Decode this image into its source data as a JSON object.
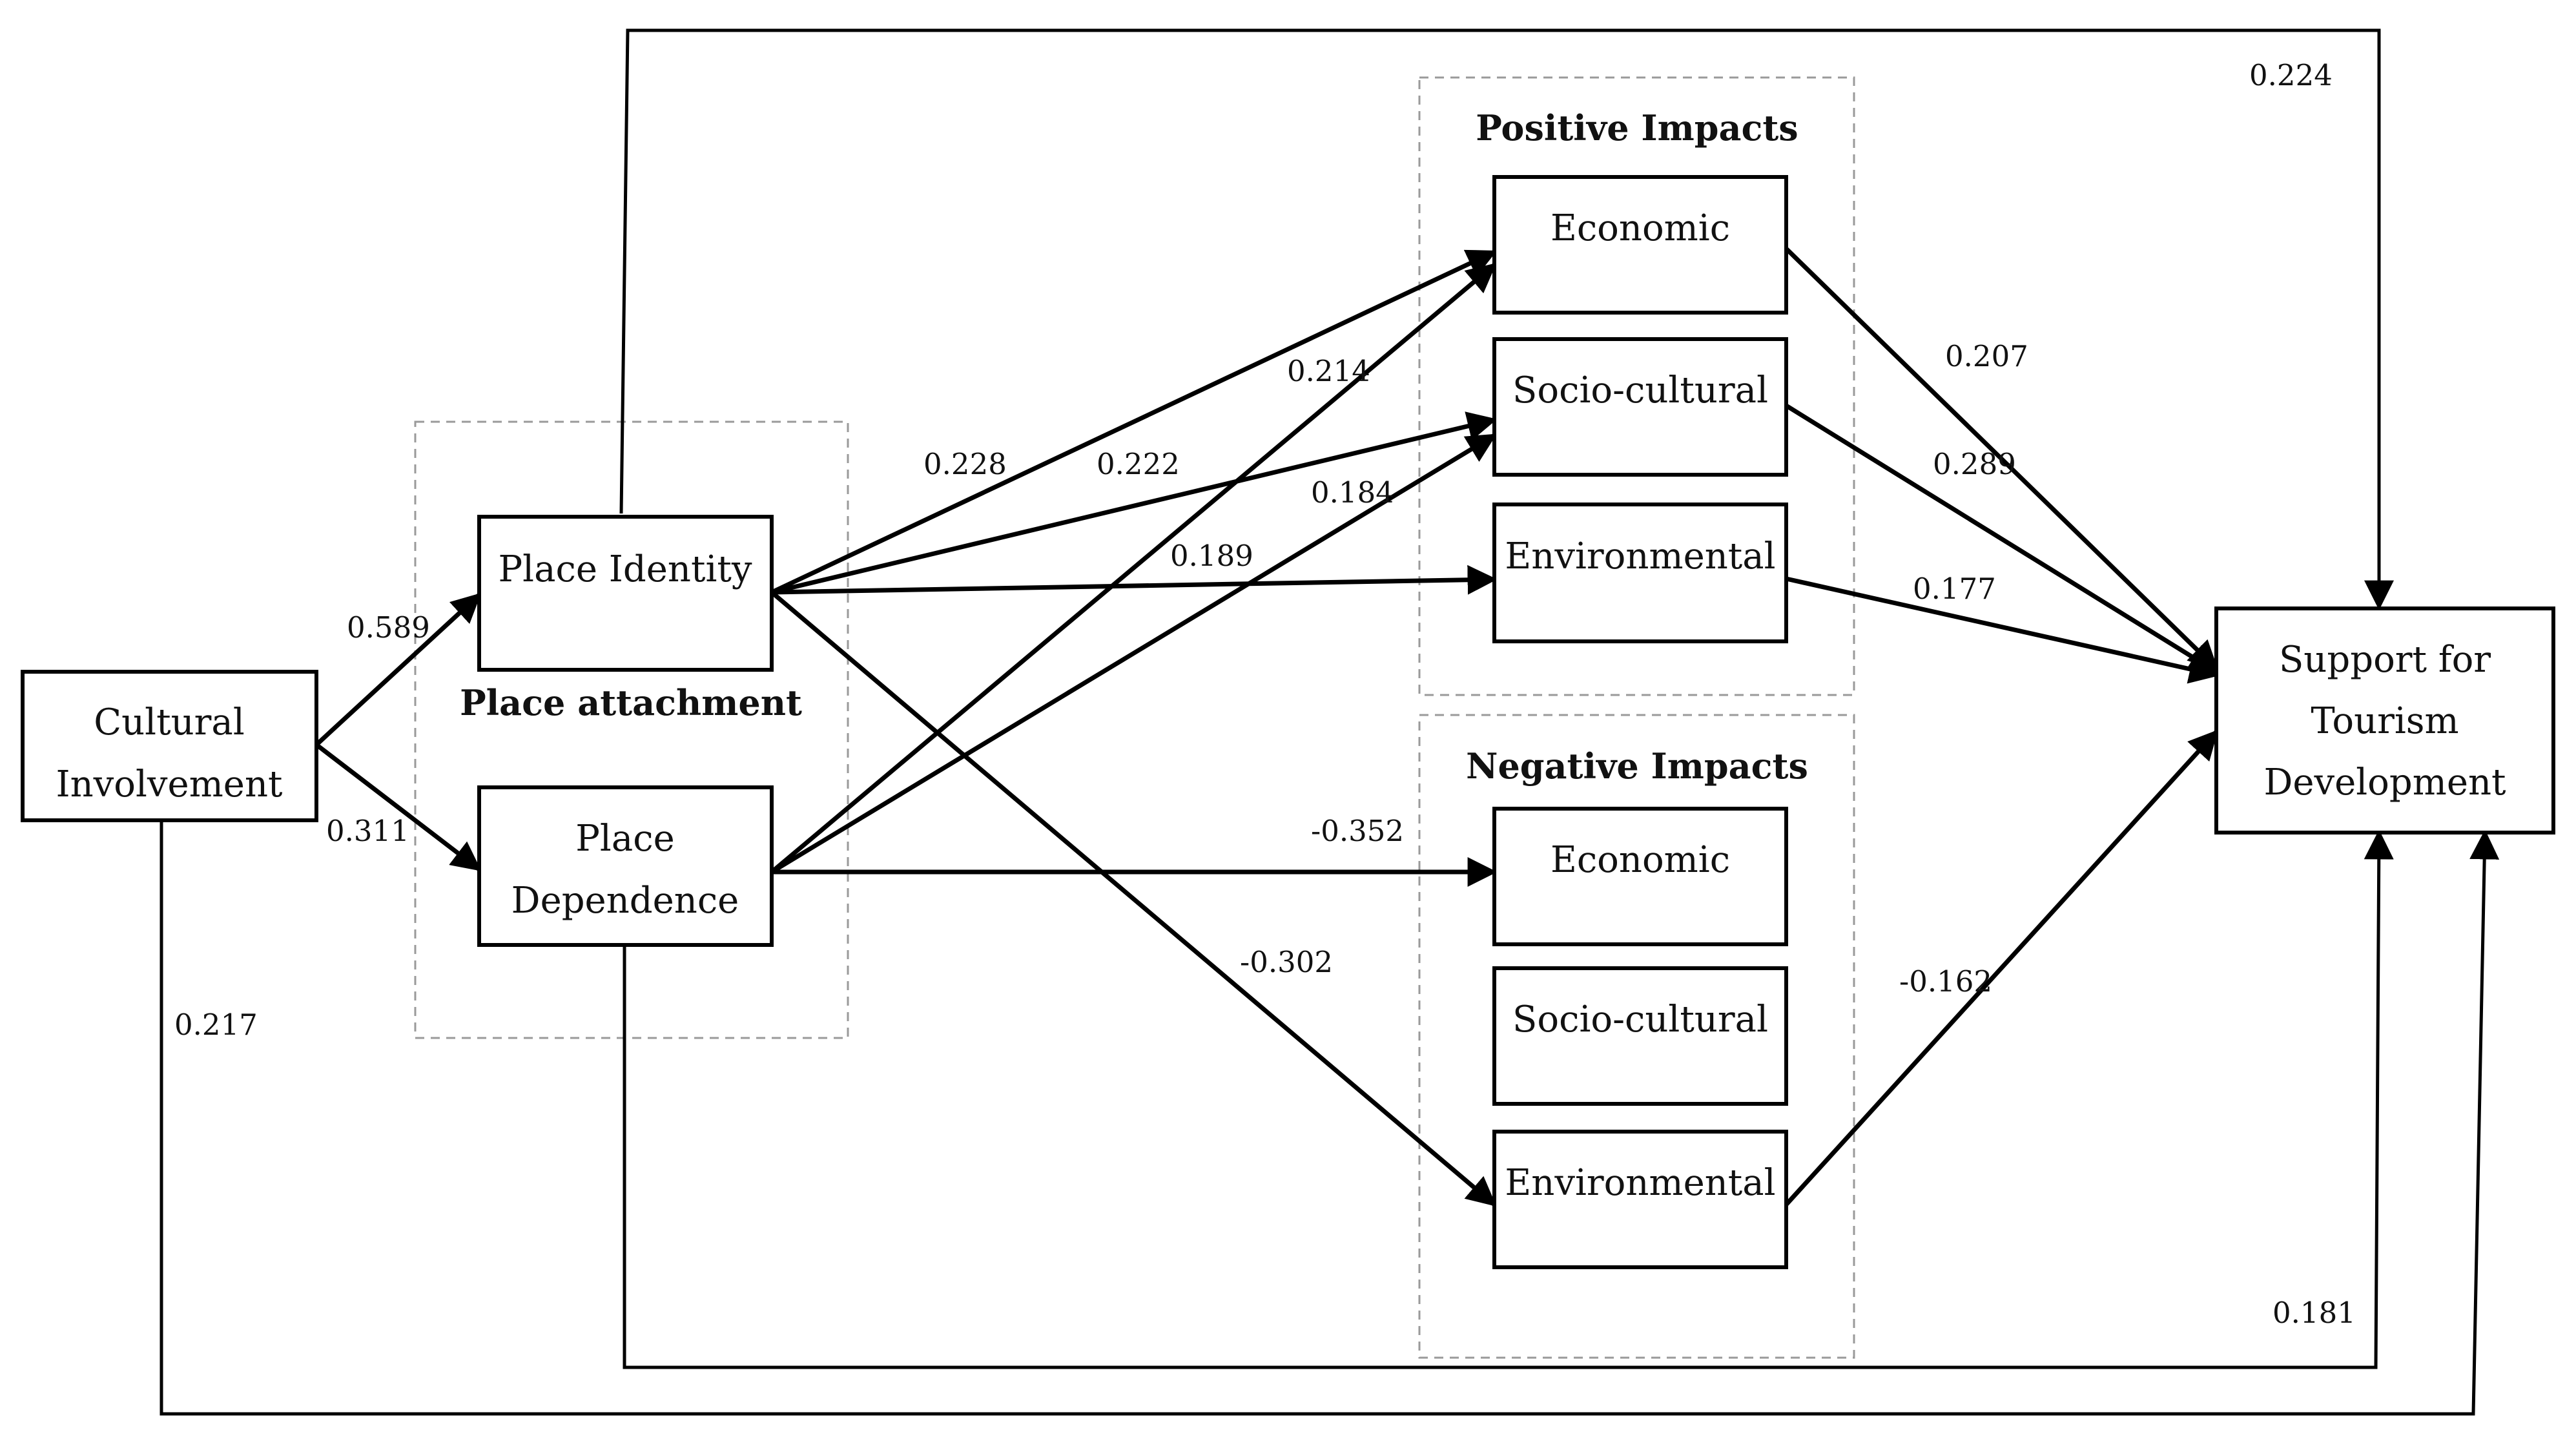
{
  "nodes": {
    "cultural_involvement": [
      "Cultural",
      "Involvement"
    ],
    "place_identity": [
      "Place Identity"
    ],
    "place_dependence": [
      "Place",
      "Dependence"
    ],
    "pos_economic": [
      "Economic"
    ],
    "pos_sociocultural": [
      "Socio-cultural"
    ],
    "pos_environmental": [
      "Environmental"
    ],
    "neg_economic": [
      "Economic"
    ],
    "neg_sociocultural": [
      "Socio-cultural"
    ],
    "neg_environmental": [
      "Environmental"
    ],
    "support": [
      "Support for",
      "Tourism",
      "Development"
    ]
  },
  "groups": {
    "place_attachment": "Place attachment",
    "positive_impacts": "Positive Impacts",
    "negative_impacts": "Negative Impacts"
  },
  "edges": [
    {
      "id": "ci-pi",
      "from": "cultural_involvement",
      "to": "place_identity",
      "coef": "0.589"
    },
    {
      "id": "ci-pd",
      "from": "cultural_involvement",
      "to": "place_dependence",
      "coef": "0.311"
    },
    {
      "id": "pi-pos-eco",
      "from": "place_identity",
      "to": "pos_economic",
      "coef": "0.228"
    },
    {
      "id": "pi-pos-soc",
      "from": "place_identity",
      "to": "pos_sociocultural",
      "coef": "0.222"
    },
    {
      "id": "pi-pos-env",
      "from": "place_identity",
      "to": "pos_environmental",
      "coef": "0.189"
    },
    {
      "id": "pd-pos-eco",
      "from": "place_dependence",
      "to": "pos_economic",
      "coef": "0.214"
    },
    {
      "id": "pd-pos-soc",
      "from": "place_dependence",
      "to": "pos_sociocultural",
      "coef": "0.184"
    },
    {
      "id": "pd-neg-eco",
      "from": "place_dependence",
      "to": "neg_economic",
      "coef": "-0.352"
    },
    {
      "id": "pi-neg-env",
      "from": "place_identity",
      "to": "neg_environmental",
      "coef": "-0.302"
    },
    {
      "id": "pos-eco-sup",
      "from": "pos_economic",
      "to": "support",
      "coef": "0.207"
    },
    {
      "id": "pos-soc-sup",
      "from": "pos_sociocultural",
      "to": "support",
      "coef": "0.289"
    },
    {
      "id": "pos-env-sup",
      "from": "pos_environmental",
      "to": "support",
      "coef": "0.177"
    },
    {
      "id": "neg-env-sup",
      "from": "neg_environmental",
      "to": "support",
      "coef": "-0.162"
    },
    {
      "id": "pi-sup",
      "from": "place_identity",
      "to": "support",
      "coef": "0.224"
    },
    {
      "id": "pd-sup",
      "from": "place_dependence",
      "to": "support",
      "coef": "0.181"
    },
    {
      "id": "ci-sup",
      "from": "cultural_involvement",
      "to": "support",
      "coef": "0.217"
    }
  ]
}
